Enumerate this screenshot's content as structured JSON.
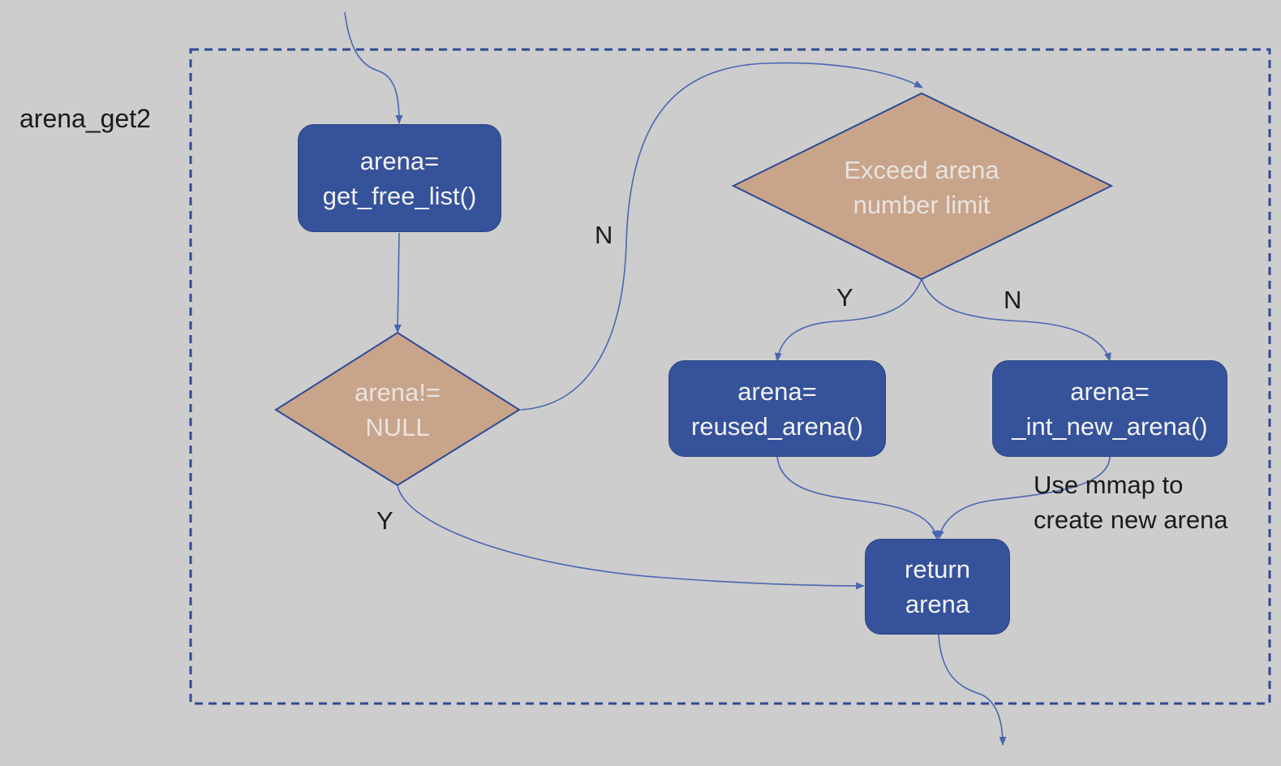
{
  "diagram": {
    "container_label": "arena_get2",
    "nodes": {
      "get_free_list": {
        "shape": "rounded-rect",
        "lines": [
          "arena=",
          "get_free_list()"
        ]
      },
      "arena_not_null": {
        "shape": "diamond",
        "lines": [
          "arena!=",
          "NULL"
        ]
      },
      "exceed_limit": {
        "shape": "diamond",
        "lines": [
          "Exceed arena",
          "number limit"
        ]
      },
      "reused_arena": {
        "shape": "rounded-rect",
        "lines": [
          "arena=",
          "reused_arena()"
        ]
      },
      "int_new_arena": {
        "shape": "rounded-rect",
        "lines": [
          "arena=",
          "_int_new_arena()"
        ]
      },
      "return_arena": {
        "shape": "rounded-rect",
        "lines": [
          "return",
          "arena"
        ]
      }
    },
    "edges": [
      {
        "from": "entry",
        "to": "get_free_list",
        "label": ""
      },
      {
        "from": "get_free_list",
        "to": "arena_not_null",
        "label": ""
      },
      {
        "from": "arena_not_null",
        "to": "exceed_limit",
        "label": "N"
      },
      {
        "from": "arena_not_null",
        "to": "return_arena",
        "label": "Y"
      },
      {
        "from": "exceed_limit",
        "to": "reused_arena",
        "label": "Y"
      },
      {
        "from": "exceed_limit",
        "to": "int_new_arena",
        "label": "N"
      },
      {
        "from": "reused_arena",
        "to": "return_arena",
        "label": ""
      },
      {
        "from": "int_new_arena",
        "to": "return_arena",
        "label": ""
      },
      {
        "from": "return_arena",
        "to": "exit",
        "label": ""
      }
    ],
    "edge_labels": {
      "null_n": "N",
      "null_y": "Y",
      "limit_y": "Y",
      "limit_n": "N"
    },
    "annotation_lines": [
      "Use mmap to",
      "create new arena"
    ],
    "colors": {
      "background": "#cdcdcd",
      "process_fill": "#36529b",
      "process_text": "#f2f2f2",
      "decision_fill": "#c8a48b",
      "decision_text": "#e9e3df",
      "connector": "#4a66b0",
      "frame": "#2f4a92",
      "label_text": "#1b1b1b"
    }
  }
}
